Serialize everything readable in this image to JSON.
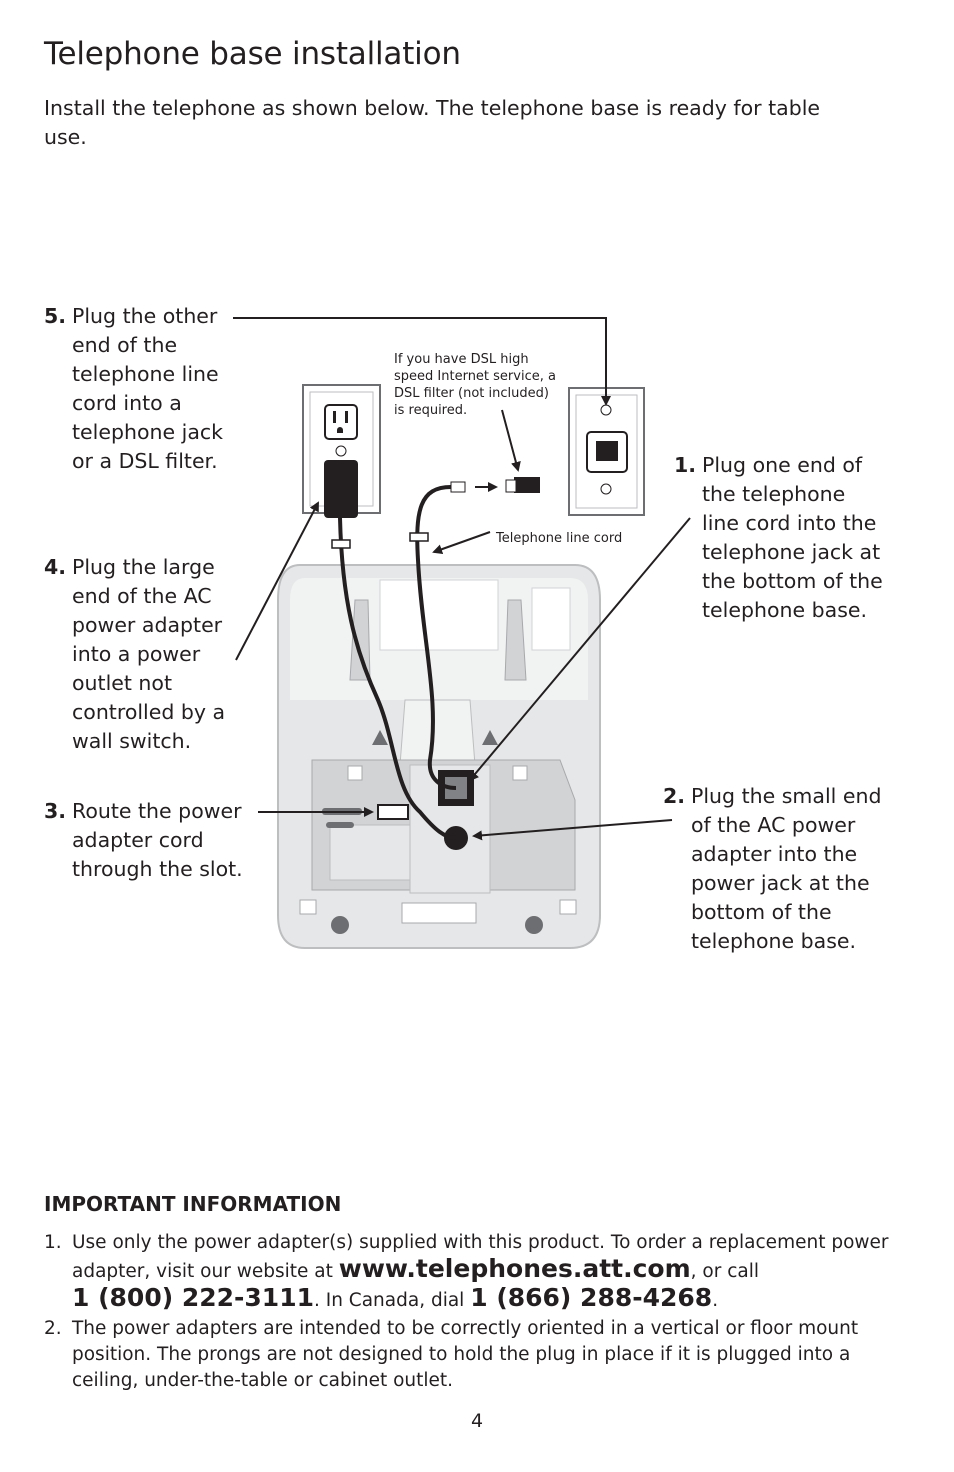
{
  "title": "Telephone base installation",
  "intro": "Install the telephone as shown below. The telephone base is ready for table use.",
  "steps": {
    "s5": {
      "num": "5.",
      "text": "Plug the other\nend of the\ntelephone line\ncord into a\ntelephone jack\nor a DSL filter."
    },
    "s4": {
      "num": "4.",
      "text": "Plug the large\nend of the AC\npower adapter\ninto a power\noutlet not\ncontrolled by a\nwall switch."
    },
    "s3": {
      "num": "3.",
      "text": "Route the power\nadapter cord\nthrough the slot."
    },
    "s1": {
      "num": "1.",
      "text": "Plug one end of\nthe telephone\nline cord into the\ntelephone jack at\nthe bottom of the\ntelephone base."
    },
    "s2": {
      "num": "2.",
      "text": "Plug the small end\nof the AC power\nadapter into the\npower jack at the\nbottom of the\ntelephone base."
    }
  },
  "dsl_note": "If you have DSL high\nspeed Internet service, a\nDSL filter (not included)\nis required.",
  "line_cord_label": "Telephone line cord",
  "important": {
    "title": "IMPORTANT INFORMATION",
    "item1": {
      "num": "1.",
      "part1": "Use only the power adapter(s) supplied with this product. To order a replacement power adapter, visit our website at ",
      "website": "www.telephones.att.com",
      "part2": ", or call ",
      "phone_us": "1 (800) 222-3111",
      "part3": ". In Canada, dial ",
      "phone_ca": "1 (866) 288-4268",
      "part4": "."
    },
    "item2": {
      "num": "2.",
      "text": "The power adapters are intended to be correctly oriented in a vertical or floor mount position. The prongs are not designed to hold the plug in place if it is plugged into a ceiling, under-the-table or cabinet outlet."
    }
  },
  "page_number": "4"
}
